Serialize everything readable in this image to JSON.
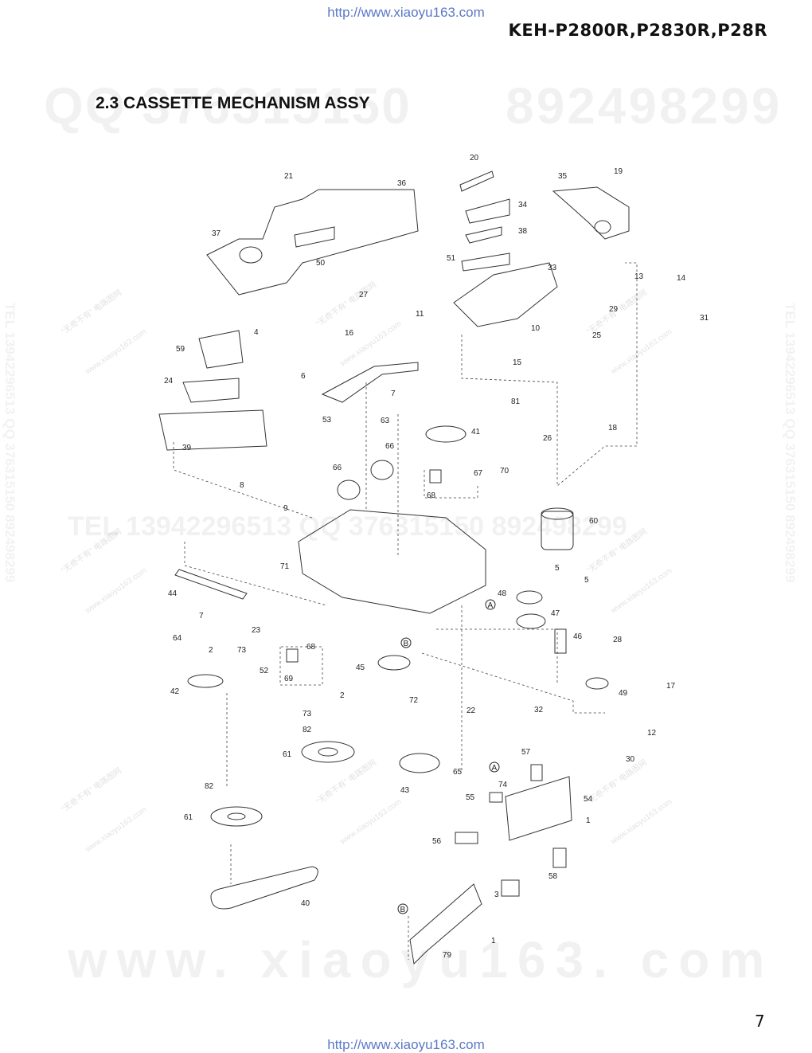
{
  "header": {
    "url_top": "http://www.xiaoyu163.com",
    "model": "KEH-P2800R,P2830R,P28R",
    "title": "2.3 CASSETTE MECHANISM ASSY"
  },
  "footer": {
    "url_bottom": "http://www.xiaoyu163.com",
    "page_number": "7"
  },
  "watermarks": {
    "qq": "QQ 376315150",
    "qq2": "892498299",
    "tel": "TEL 13942296513  QQ 376315150  892498299",
    "bottom": "www. xiaoyu163. com",
    "side": "TEL 13942296513  QQ 376315150  892498299",
    "tile_cn": "“无奇不有” 电路图网",
    "tile_url": "www.xiaoyu163.com"
  },
  "diagram": {
    "part_labels": [
      "1",
      "1",
      "2",
      "2",
      "3",
      "4",
      "5",
      "5",
      "6",
      "7",
      "7",
      "8",
      "9",
      "10",
      "11",
      "12",
      "13",
      "14",
      "15",
      "16",
      "17",
      "18",
      "19",
      "20",
      "21",
      "22",
      "23",
      "24",
      "25",
      "26",
      "27",
      "28",
      "29",
      "30",
      "31",
      "32",
      "33",
      "34",
      "35",
      "36",
      "37",
      "38",
      "39",
      "40",
      "41",
      "42",
      "43",
      "44",
      "45",
      "46",
      "47",
      "48",
      "49",
      "50",
      "51",
      "52",
      "53",
      "54",
      "55",
      "56",
      "57",
      "58",
      "59",
      "60",
      "61",
      "61",
      "63",
      "64",
      "65",
      "66",
      "66",
      "67",
      "68",
      "68",
      "69",
      "70",
      "71",
      "72",
      "73",
      "73",
      "74",
      "79",
      "81",
      "82",
      "82"
    ],
    "reference_markers": [
      "A",
      "A",
      "B",
      "B"
    ]
  }
}
